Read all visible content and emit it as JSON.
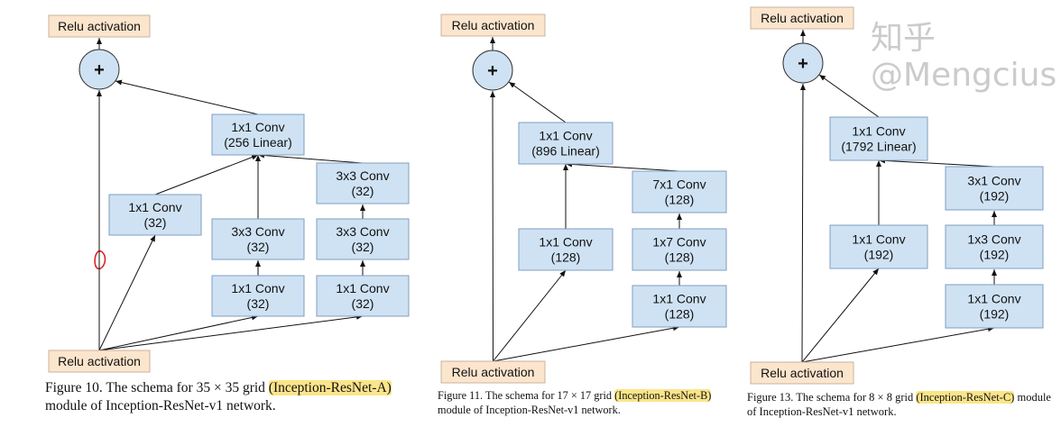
{
  "panels": [
    {
      "relu_top": "Relu activation",
      "plus": "+",
      "relu_bottom": "Relu activation",
      "linear": [
        "1x1 Conv",
        "(256 Linear)"
      ],
      "branches": [
        [
          [
            "1x1 Conv",
            "(32)"
          ]
        ],
        [
          [
            "1x1 Conv",
            "(32)"
          ],
          [
            "3x3 Conv",
            "(32)"
          ]
        ],
        [
          [
            "1x1 Conv",
            "(32)"
          ],
          [
            "3x3 Conv",
            "(32)"
          ],
          [
            "3x3 Conv",
            "(32)"
          ]
        ]
      ],
      "caption": {
        "prefix": "Figure 10. The schema for 35 × 35 grid ",
        "highlight": "(Inception-ResNet-A)",
        "suffix": " module of Inception-ResNet-v1 network."
      }
    },
    {
      "relu_top": "Relu activation",
      "plus": "+",
      "relu_bottom": "Relu activation",
      "linear": [
        "1x1 Conv",
        "(896 Linear)"
      ],
      "branches": [
        [
          [
            "1x1 Conv",
            "(128)"
          ]
        ],
        [
          [
            "1x1 Conv",
            "(128)"
          ],
          [
            "1x7 Conv",
            "(128)"
          ],
          [
            "7x1 Conv",
            "(128)"
          ]
        ]
      ],
      "caption": {
        "prefix": "Figure 11. The schema for 17 × 17 grid ",
        "highlight": "(Inception-ResNet-B)",
        "suffix": " module of Inception-ResNet-v1 network."
      }
    },
    {
      "relu_top": "Relu activation",
      "plus": "+",
      "relu_bottom": "Relu activation",
      "linear": [
        "1x1 Conv",
        "(1792 Linear)"
      ],
      "branches": [
        [
          [
            "1x1 Conv",
            "(192)"
          ]
        ],
        [
          [
            "1x1 Conv",
            "(192)"
          ],
          [
            "1x3 Conv",
            "(192)"
          ],
          [
            "3x1 Conv",
            "(192)"
          ]
        ]
      ],
      "caption": {
        "prefix": "Figure 13. The schema for 8 × 8 grid ",
        "highlight": "(Inception-ResNet-C)",
        "suffix": " module of Inception-ResNet-v1 network."
      }
    }
  ],
  "watermark": "知乎 @Mengcius",
  "colors": {
    "conv_box": "#cfe2f3",
    "relu_box": "#fce5cd",
    "highlight": "#fbe58a",
    "annotation": "#e02020"
  }
}
